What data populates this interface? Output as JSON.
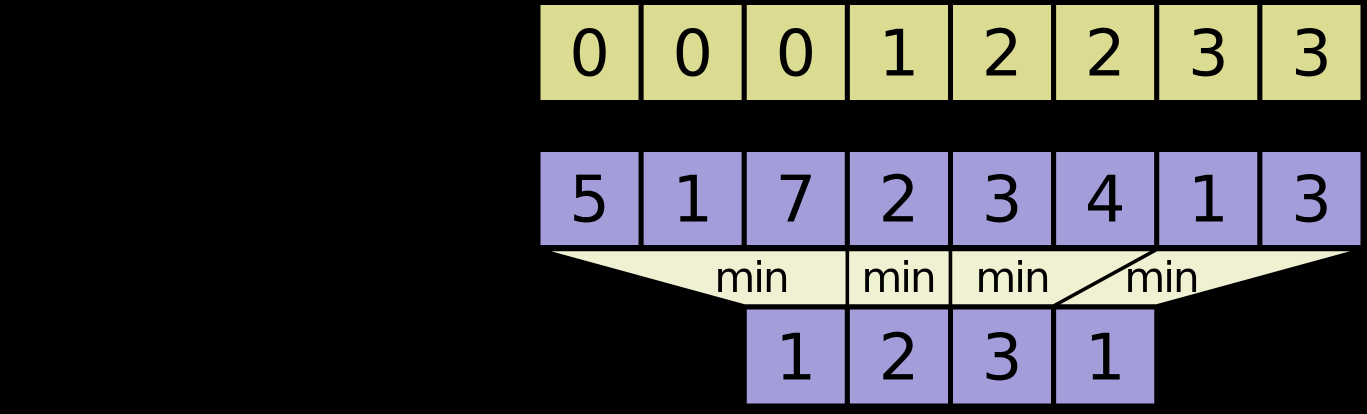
{
  "colors": {
    "background": "#000000",
    "block_index_fill": "#dbdb92",
    "value_fill": "#a39dda",
    "min_band_fill": "#f0f0d3",
    "outline": "#000000",
    "text": "#000000"
  },
  "rows": {
    "block_indices": [
      "0",
      "0",
      "0",
      "1",
      "2",
      "2",
      "3",
      "3"
    ],
    "values": [
      "5",
      "1",
      "7",
      "2",
      "3",
      "4",
      "1",
      "3"
    ],
    "minima": [
      "1",
      "2",
      "3",
      "1"
    ]
  },
  "operations": [
    {
      "label": "min",
      "source_start": 0,
      "source_end": 3,
      "target": 0
    },
    {
      "label": "min",
      "source_start": 3,
      "source_end": 4,
      "target": 1
    },
    {
      "label": "min",
      "source_start": 4,
      "source_end": 6,
      "target": 2
    },
    {
      "label": "min",
      "source_start": 6,
      "source_end": 8,
      "target": 3
    }
  ]
}
